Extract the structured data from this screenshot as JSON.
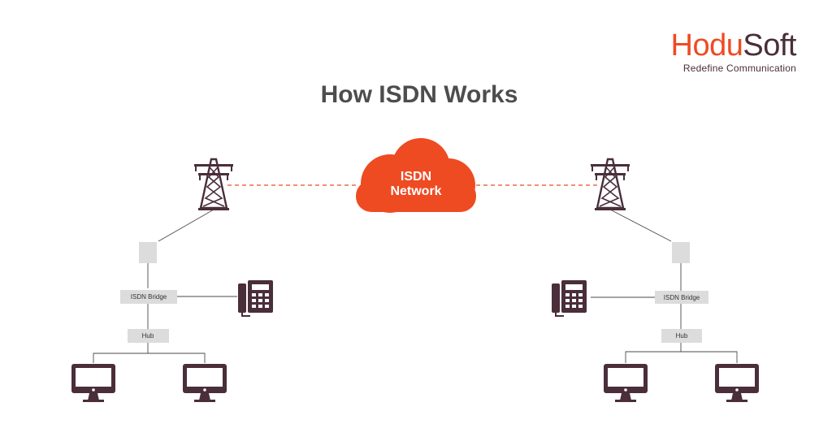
{
  "brand": {
    "name_part1": "Hodu",
    "name_part2": "Soft",
    "tagline": "Redefine Communication",
    "accent_color": "#ee4b23",
    "dark_color": "#4a2e3a"
  },
  "title": "How ISDN Works",
  "network": {
    "line1": "ISDN",
    "line2": "Network"
  },
  "left_site": {
    "bridge_label": "ISDN Bridge",
    "hub_label": "Hub",
    "icons": [
      "transmission-tower-icon",
      "phone-icon",
      "monitor-icon",
      "monitor-icon"
    ]
  },
  "right_site": {
    "bridge_label": "ISDN Bridge",
    "hub_label": "Hub",
    "icons": [
      "transmission-tower-icon",
      "phone-icon",
      "monitor-icon",
      "monitor-icon"
    ]
  }
}
